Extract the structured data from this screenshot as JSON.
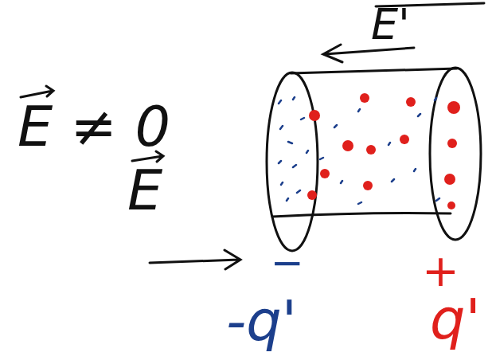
{
  "diagram": {
    "labels": [
      "E ≠ 0",
      "E",
      "E'",
      "−",
      "+",
      "-q'",
      "q'"
    ]
  }
}
